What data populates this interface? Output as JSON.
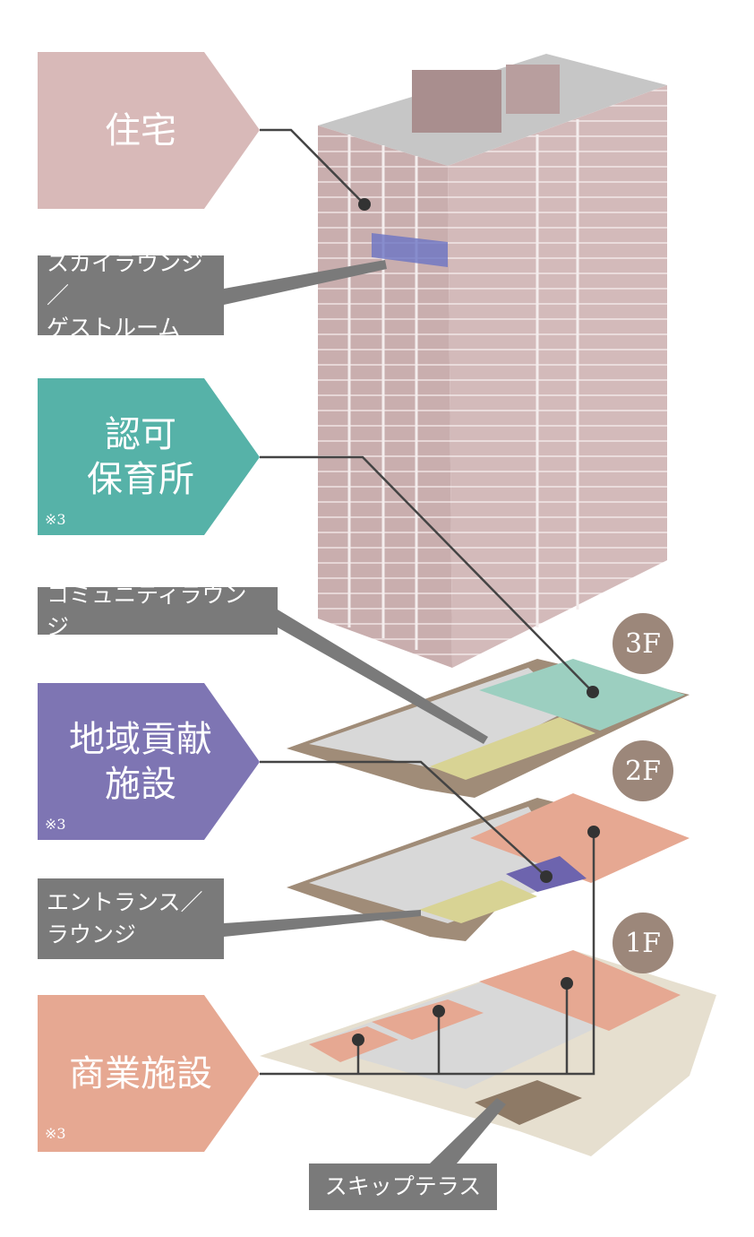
{
  "labels": {
    "residence": "住宅",
    "sky_lounge": [
      "スカイラウンジ／",
      "ゲストルーム"
    ],
    "nursery": [
      "認可",
      "保育所"
    ],
    "community_lounge": "コミュニティラウンジ",
    "community_facility": [
      "地域貢献",
      "施設"
    ],
    "entrance": [
      "エントランス／",
      "ラウンジ"
    ],
    "commercial": "商業施設",
    "skip_terrace": "スキップテラス",
    "note": "※3"
  },
  "floors": [
    "3F",
    "2F",
    "1F"
  ],
  "colors": {
    "residence": "#d8b9b8",
    "nursery": "#56b2a8",
    "community": "#7e75b3",
    "commercial": "#e6a892",
    "callout": "#7a7a7a",
    "floor_badge": "#9c877a"
  }
}
